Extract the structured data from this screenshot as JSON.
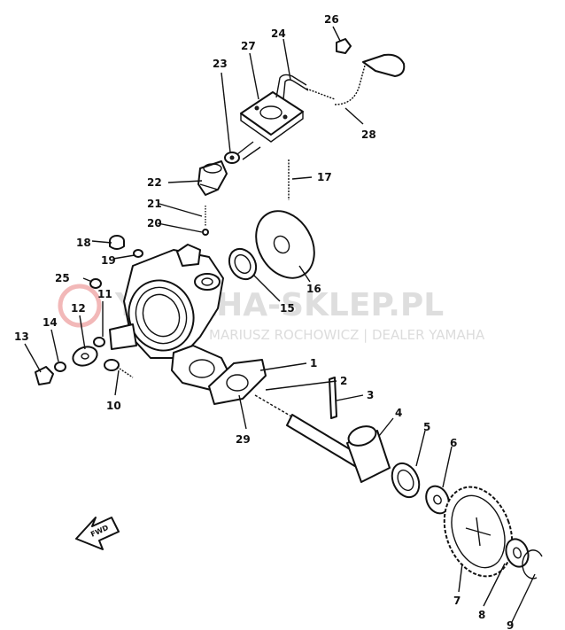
{
  "watermark": {
    "brand": "YAMAHA-SKLEP.PL",
    "tagline": "MARIUSZ ROCHOWICZ | DEALER YAMAHA",
    "color": "#d9d9d9"
  },
  "fwd_label": "FWD",
  "callouts": [
    "1",
    "2",
    "3",
    "4",
    "5",
    "6",
    "7",
    "8",
    "9",
    "10",
    "11",
    "12",
    "13",
    "14",
    "15",
    "16",
    "17",
    "18",
    "19",
    "20",
    "21",
    "22",
    "23",
    "24",
    "25",
    "26",
    "27",
    "28",
    "29"
  ]
}
